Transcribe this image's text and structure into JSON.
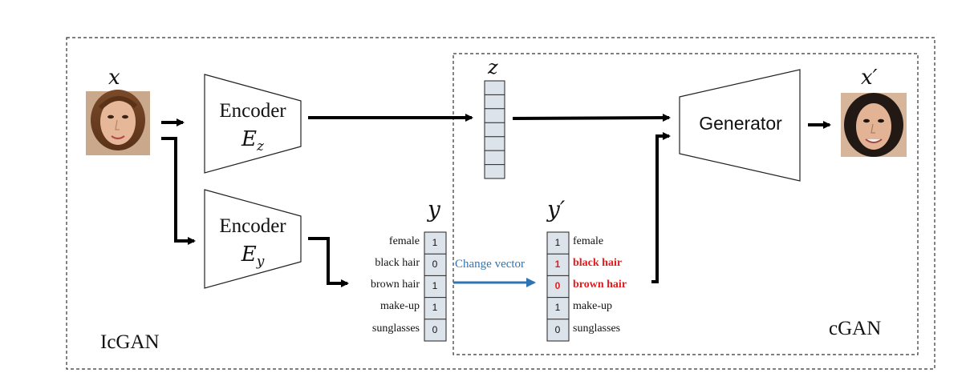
{
  "labels": {
    "x": "x",
    "x_prime": "x′",
    "z": "z",
    "y": "y",
    "y_prime": "y′",
    "icgan": "IcGAN",
    "cgan": "cGAN"
  },
  "encoders": {
    "ez": {
      "name": "Encoder",
      "sym": "E",
      "sub": "z"
    },
    "ey": {
      "name": "Encoder",
      "sym": "E",
      "sub": "y"
    }
  },
  "generator": {
    "name": "Generator"
  },
  "change_vector": {
    "label": "Change vector",
    "color": "#2e74b5"
  },
  "y_vector": [
    {
      "label": "female",
      "value": "1"
    },
    {
      "label": "black hair",
      "value": "0"
    },
    {
      "label": "brown hair",
      "value": "1"
    },
    {
      "label": "make-up",
      "value": "1"
    },
    {
      "label": "sunglasses",
      "value": "0"
    }
  ],
  "y_prime_vector": [
    {
      "label": "female",
      "value": "1",
      "changed": false
    },
    {
      "label": "black hair",
      "value": "1",
      "changed": true
    },
    {
      "label": "brown hair",
      "value": "0",
      "changed": true
    },
    {
      "label": "make-up",
      "value": "1",
      "changed": false
    },
    {
      "label": "sunglasses",
      "value": "0",
      "changed": false
    }
  ],
  "colors": {
    "changed": "#e41a1c",
    "cell_fill": "#dde3ea",
    "cell_stroke": "#222222"
  }
}
